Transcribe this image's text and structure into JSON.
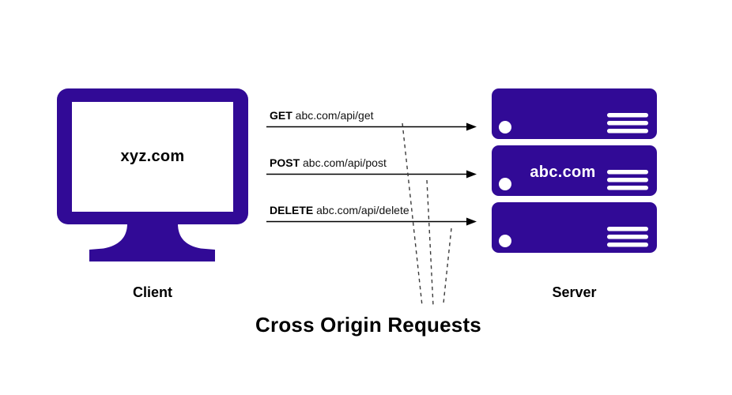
{
  "title": "Cross Origin Requests",
  "client": {
    "screen_label": "xyz.com",
    "caption": "Client"
  },
  "server": {
    "label": "abc.com",
    "caption": "Server"
  },
  "requests": [
    {
      "method": "GET",
      "url": "abc.com/api/get"
    },
    {
      "method": "POST",
      "url": "abc.com/api/post"
    },
    {
      "method": "DELETE",
      "url": "abc.com/api/delete"
    }
  ],
  "colors": {
    "primary": "#310a96",
    "arrow": "#000000",
    "dashed": "#3b3b3b",
    "background": "#ffffff"
  }
}
